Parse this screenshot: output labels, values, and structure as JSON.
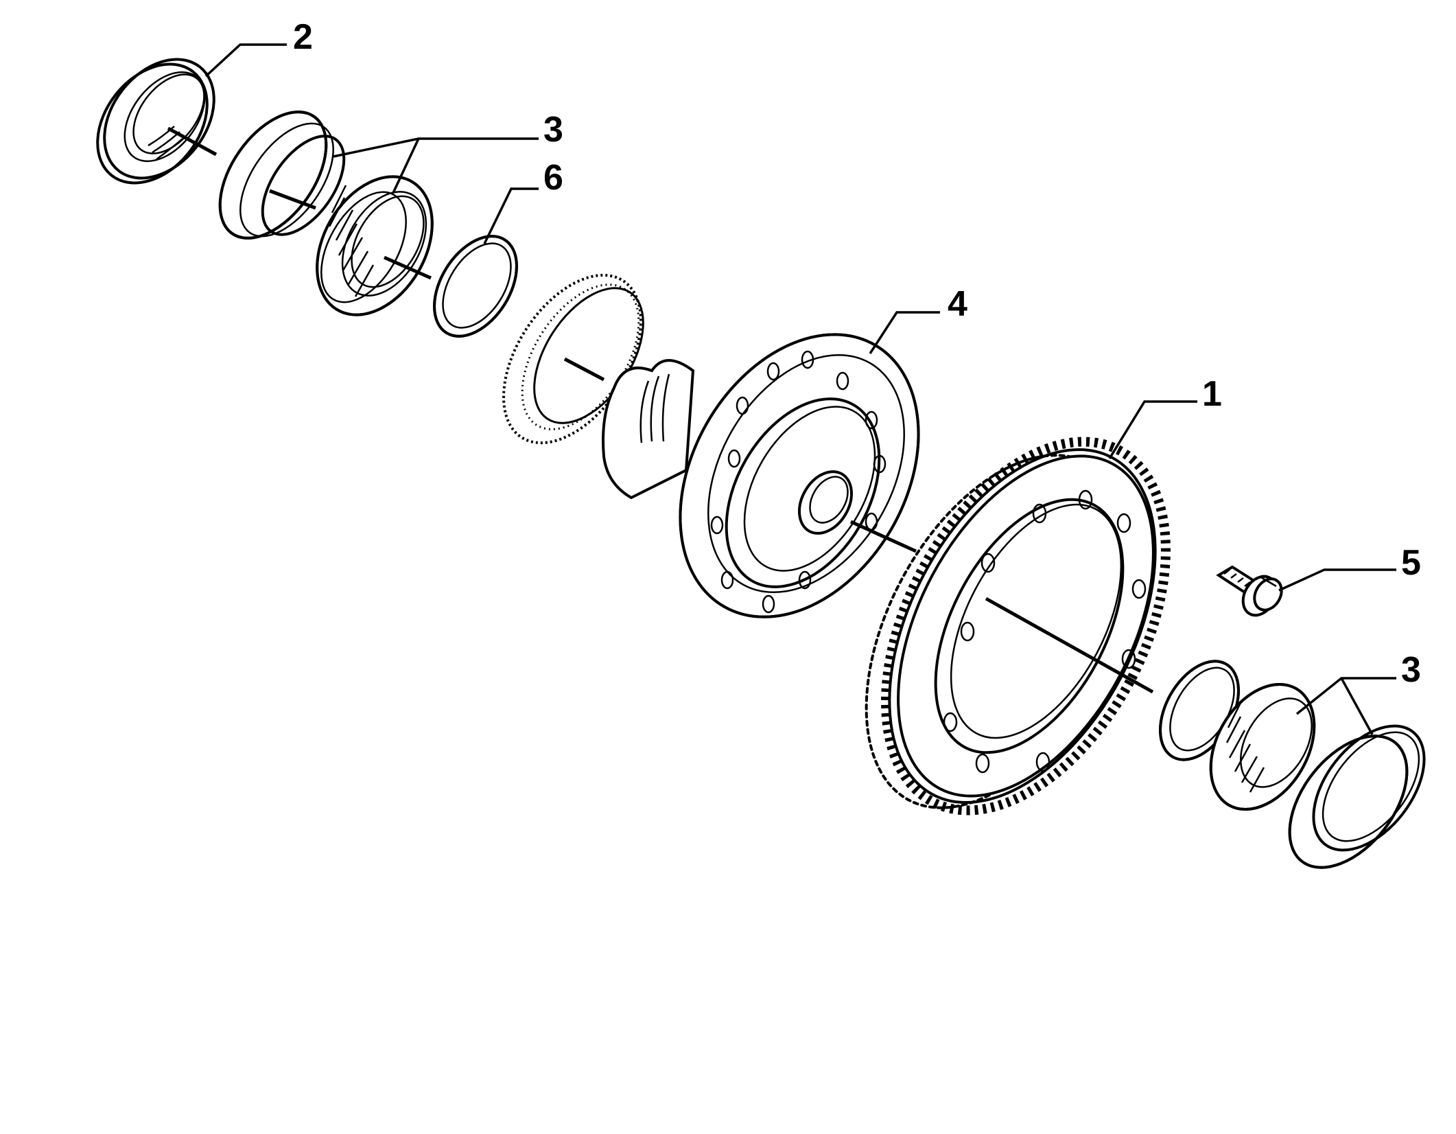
{
  "callouts": {
    "c2": "2",
    "c3_top": "3",
    "c6": "6",
    "c4": "4",
    "c1": "1",
    "c5": "5",
    "c3_bottom": "3"
  }
}
